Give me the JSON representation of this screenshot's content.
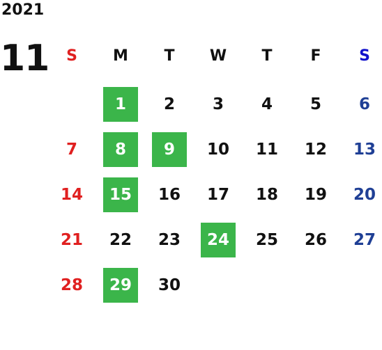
{
  "year": "2021",
  "month": "11",
  "weekday_headers": [
    "S",
    "M",
    "T",
    "W",
    "T",
    "F",
    "S"
  ],
  "weeks": [
    [
      "",
      "1",
      "2",
      "3",
      "4",
      "5",
      "6"
    ],
    [
      "7",
      "8",
      "9",
      "10",
      "11",
      "12",
      "13"
    ],
    [
      "14",
      "15",
      "16",
      "17",
      "18",
      "19",
      "20"
    ],
    [
      "21",
      "22",
      "23",
      "24",
      "25",
      "26",
      "27"
    ],
    [
      "28",
      "29",
      "30",
      "",
      "",
      "",
      ""
    ]
  ],
  "highlighted_days": [
    "1",
    "8",
    "9",
    "15",
    "24",
    "29"
  ],
  "colors": {
    "sunday": "#e02020",
    "saturday": "#1f3f95",
    "saturday_header": "#1010cc",
    "highlight": "#3bb54a",
    "text": "#111111"
  }
}
